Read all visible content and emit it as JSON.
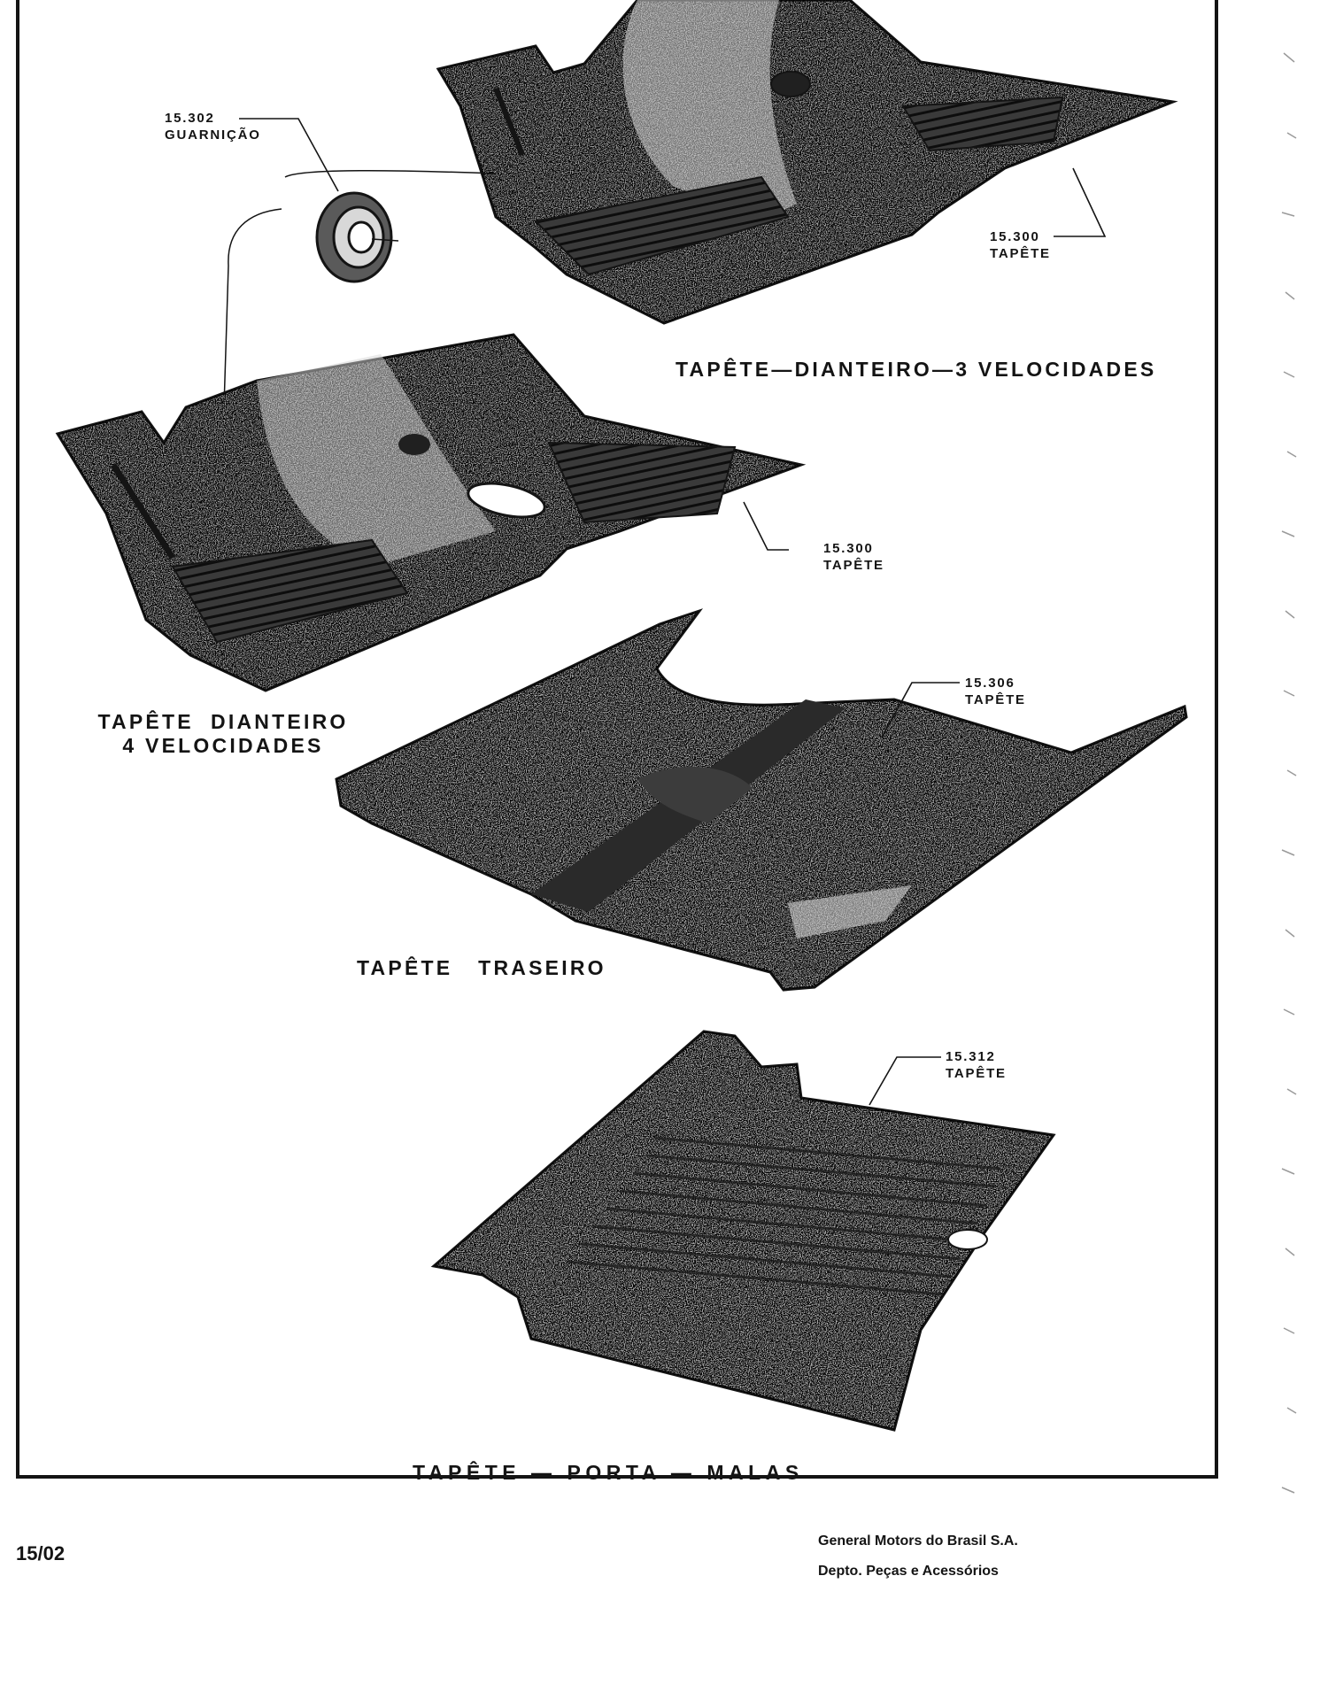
{
  "labels": {
    "guarnicao": {
      "code": "15.302",
      "name": "GUARNIÇÃO"
    },
    "front3_part": {
      "code": "15.300",
      "name": "TAPÊTE"
    },
    "front4_part": {
      "code": "15.300",
      "name": "TAPÊTE"
    },
    "rear_part": {
      "code": "15.306",
      "name": "TAPÊTE"
    },
    "trunk_part": {
      "code": "15.312",
      "name": "TAPÊTE"
    }
  },
  "captions": {
    "front3": "TAPÊTE—DIANTEIRO—3 VELOCIDADES",
    "front4_line1": "TAPÊTE  DIANTEIRO",
    "front4_line2": "4 VELOCIDADES",
    "rear": "TAPÊTE   TRASEIRO",
    "trunk": "TAPÊTE — PORTA — MALAS"
  },
  "footer": {
    "page": "15/02",
    "company": "General Motors do Brasil S.A.",
    "department": "Depto. Peças e Acessórios"
  },
  "colors": {
    "ink": "#141414",
    "paper": "#ffffff",
    "carpet": "#8a8a8a"
  }
}
